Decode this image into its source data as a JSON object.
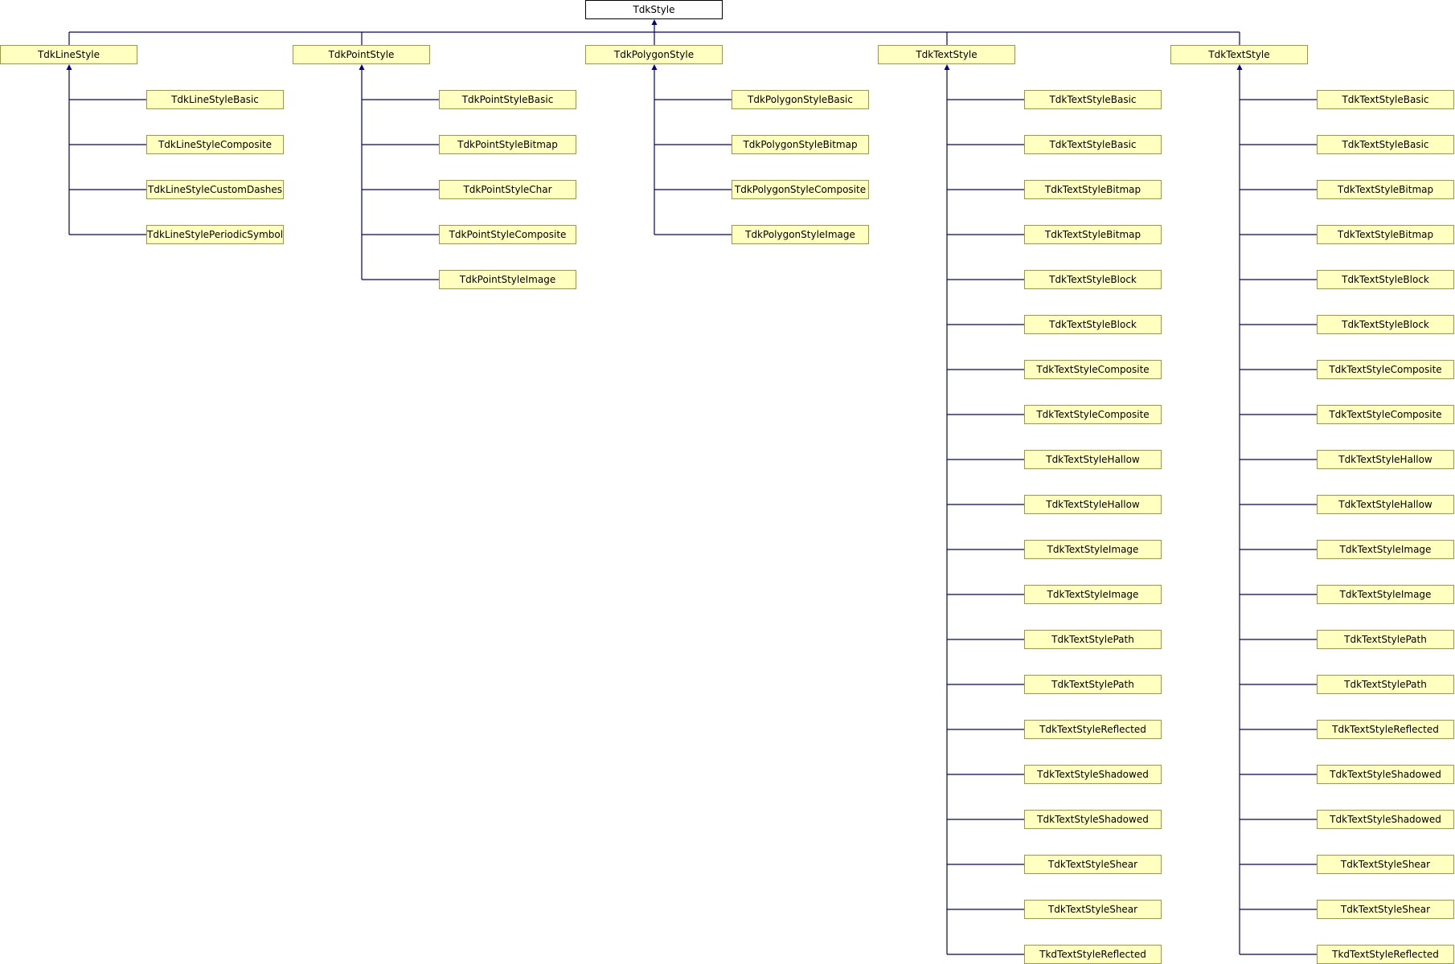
{
  "colors": {
    "node_fill": "#ffffc0",
    "node_border": "#9a9a40",
    "root_fill": "#ffffff",
    "root_border": "#000000",
    "edge": "#000080"
  },
  "root": {
    "label": "TdkStyle"
  },
  "groups": [
    {
      "label": "TdkLineStyle",
      "children": [
        "TdkLineStyleBasic",
        "TdkLineStyleComposite",
        "TdkLineStyleCustomDashes",
        "TdkLineStylePeriodicSymbol"
      ]
    },
    {
      "label": "TdkPointStyle",
      "children": [
        "TdkPointStyleBasic",
        "TdkPointStyleBitmap",
        "TdkPointStyleChar",
        "TdkPointStyleComposite",
        "TdkPointStyleImage"
      ]
    },
    {
      "label": "TdkPolygonStyle",
      "children": [
        "TdkPolygonStyleBasic",
        "TdkPolygonStyleBitmap",
        "TdkPolygonStyleComposite",
        "TdkPolygonStyleImage"
      ]
    },
    {
      "label": "TdkTextStyle",
      "children": [
        "TdkTextStyleBasic",
        "TdkTextStyleBasic",
        "TdkTextStyleBitmap",
        "TdkTextStyleBitmap",
        "TdkTextStyleBlock",
        "TdkTextStyleBlock",
        "TdkTextStyleComposite",
        "TdkTextStyleComposite",
        "TdkTextStyleHallow",
        "TdkTextStyleHallow",
        "TdkTextStyleImage",
        "TdkTextStyleImage",
        "TdkTextStylePath",
        "TdkTextStylePath",
        "TdkTextStyleReflected",
        "TdkTextStyleShadowed",
        "TdkTextStyleShadowed",
        "TdkTextStyleShear",
        "TdkTextStyleShear",
        "TkdTextStyleReflected"
      ]
    },
    {
      "label": "TdkTextStyle",
      "children": [
        "TdkTextStyleBasic",
        "TdkTextStyleBasic",
        "TdkTextStyleBitmap",
        "TdkTextStyleBitmap",
        "TdkTextStyleBlock",
        "TdkTextStyleBlock",
        "TdkTextStyleComposite",
        "TdkTextStyleComposite",
        "TdkTextStyleHallow",
        "TdkTextStyleHallow",
        "TdkTextStyleImage",
        "TdkTextStyleImage",
        "TdkTextStylePath",
        "TdkTextStylePath",
        "TdkTextStyleReflected",
        "TdkTextStyleShadowed",
        "TdkTextStyleShadowed",
        "TdkTextStyleShear",
        "TdkTextStyleShear",
        "TkdTextStyleReflected"
      ]
    }
  ]
}
